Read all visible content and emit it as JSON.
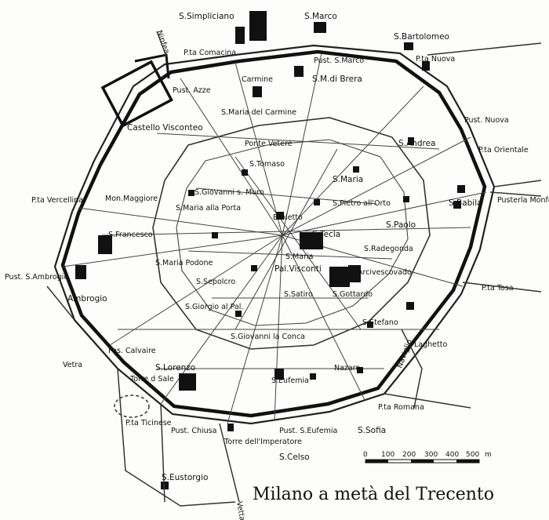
{
  "title": "Milano  a  metà  del  Trecento",
  "scale": {
    "ticks": [
      "0",
      "100",
      "200",
      "300",
      "400",
      "500"
    ],
    "unit": "m"
  },
  "gates": [
    {
      "prefix": "P.ta",
      "name": "Comacina"
    },
    {
      "prefix": "Pust.",
      "name": "S.Marco"
    },
    {
      "prefix": "Pust.",
      "name": "Nuova"
    },
    {
      "prefix": "P.ta",
      "name": "Orientale"
    },
    {
      "prefix": "",
      "name": "Pusterla Monforte"
    },
    {
      "prefix": "P.ta",
      "name": "Tosa"
    },
    {
      "prefix": "P.ta",
      "name": "Romana"
    },
    {
      "prefix": "Pust.",
      "name": "S.Eufemia"
    },
    {
      "prefix": "Pust.",
      "name": "Chiusa"
    },
    {
      "prefix": "P.ta",
      "name": "Ticinese"
    },
    {
      "prefix": "P.ta",
      "name": "Vercellina"
    },
    {
      "prefix": "Pust.",
      "name": "S.Ambrogio"
    },
    {
      "prefix": "Pust.",
      "name": "Azze"
    },
    {
      "prefix": "P.ta",
      "name": "Nuova"
    }
  ],
  "places": [
    "S.Simpliciano",
    "S.Marco",
    "S.Bartolomeo",
    "Carmine",
    "S.M.di Brera",
    "S.Maria del Carmine",
    "Castello Visconteo",
    "Ponte Vetere",
    "S.Tomaso",
    "S.Andrea",
    "S.Maria",
    "S.Giovanni s. Muro",
    "Mon.Maggiore",
    "S.Maria alla Porta",
    "S.Pietro all'Orto",
    "S.Babila",
    "Broletto",
    "S.Francesco",
    "S.Tecla",
    "S.Paolo",
    "S.Radegonda",
    "S.Maria Podone",
    "S.Maria",
    "Pal.Visconti",
    "Arcivescovado",
    "S.Sepolcro",
    "S.Satiro",
    "S.Gottardo",
    "Ambrogio",
    "S.Giorgio al Pal.",
    "S.Stefano",
    "S.Giovanni la Conca",
    "Laghetto",
    "Naviglio",
    "Vetra",
    "Fos. Calvaire",
    "S.Lorenzo",
    "Torre d Sale",
    "Nazaro",
    "S.Eufemia",
    "Torre dell'Imperatore",
    "S.Sofia",
    "S.Celso",
    "Vettabia",
    "S.Eustorgio",
    "Ninfea"
  ]
}
